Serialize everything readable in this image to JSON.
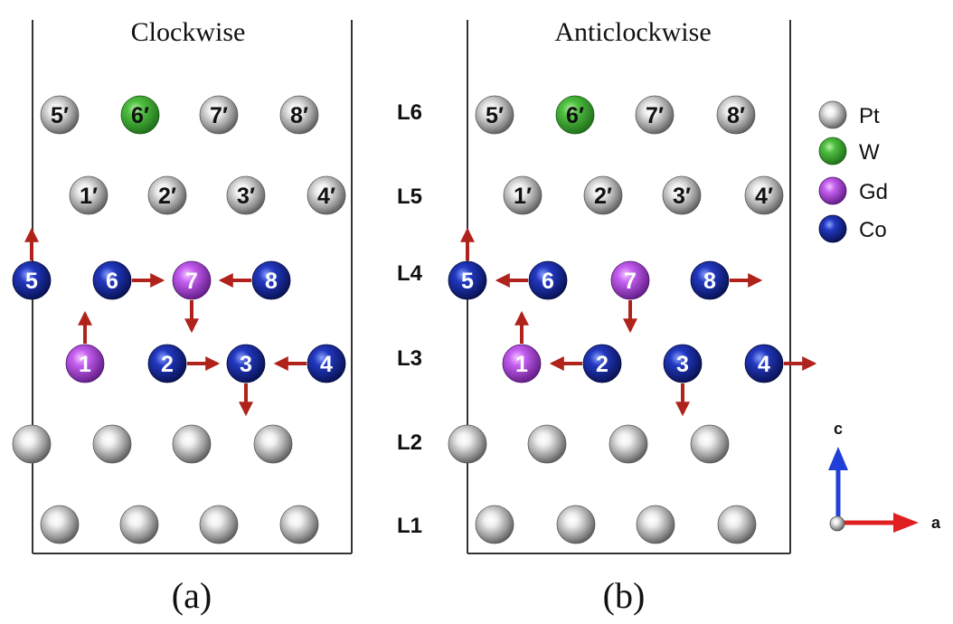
{
  "panels": [
    {
      "id": "a",
      "title": "Clockwise",
      "caption": "(a)",
      "atoms": [
        {
          "layer": "L6",
          "col": 0,
          "el": "Pt",
          "label": "5′"
        },
        {
          "layer": "L6",
          "col": 1,
          "el": "W",
          "label": "6′"
        },
        {
          "layer": "L6",
          "col": 2,
          "el": "Pt",
          "label": "7′"
        },
        {
          "layer": "L6",
          "col": 3,
          "el": "Pt",
          "label": "8′"
        },
        {
          "layer": "L5",
          "col": 0,
          "el": "Pt",
          "label": "1′"
        },
        {
          "layer": "L5",
          "col": 1,
          "el": "Pt",
          "label": "2′"
        },
        {
          "layer": "L5",
          "col": 2,
          "el": "Pt",
          "label": "3′"
        },
        {
          "layer": "L5",
          "col": 3,
          "el": "Pt",
          "label": "4′"
        },
        {
          "layer": "L4",
          "col": 0,
          "el": "Co",
          "label": "5",
          "arrow": "up"
        },
        {
          "layer": "L4",
          "col": 1,
          "el": "Co",
          "label": "6",
          "arrow": "right"
        },
        {
          "layer": "L4",
          "col": 2,
          "el": "Gd",
          "label": "7",
          "arrow": "down"
        },
        {
          "layer": "L4",
          "col": 3,
          "el": "Co",
          "label": "8",
          "arrow": "left"
        },
        {
          "layer": "L3",
          "col": 0,
          "el": "Gd",
          "label": "1",
          "arrow": "up"
        },
        {
          "layer": "L3",
          "col": 1,
          "el": "Co",
          "label": "2",
          "arrow": "right"
        },
        {
          "layer": "L3",
          "col": 2,
          "el": "Co",
          "label": "3",
          "arrow": "down"
        },
        {
          "layer": "L3",
          "col": 3,
          "el": "Co",
          "label": "4",
          "arrow": "left"
        },
        {
          "layer": "L2",
          "col": 0,
          "el": "Pt",
          "label": ""
        },
        {
          "layer": "L2",
          "col": 1,
          "el": "Pt",
          "label": ""
        },
        {
          "layer": "L2",
          "col": 2,
          "el": "Pt",
          "label": ""
        },
        {
          "layer": "L2",
          "col": 3,
          "el": "Pt",
          "label": ""
        },
        {
          "layer": "L1",
          "col": 0,
          "el": "Pt",
          "label": ""
        },
        {
          "layer": "L1",
          "col": 1,
          "el": "Pt",
          "label": ""
        },
        {
          "layer": "L1",
          "col": 2,
          "el": "Pt",
          "label": ""
        },
        {
          "layer": "L1",
          "col": 3,
          "el": "Pt",
          "label": ""
        }
      ]
    },
    {
      "id": "b",
      "title": "Anticlockwise",
      "caption": "(b)",
      "atoms": [
        {
          "layer": "L6",
          "col": 0,
          "el": "Pt",
          "label": "5′"
        },
        {
          "layer": "L6",
          "col": 1,
          "el": "W",
          "label": "6′"
        },
        {
          "layer": "L6",
          "col": 2,
          "el": "Pt",
          "label": "7′"
        },
        {
          "layer": "L6",
          "col": 3,
          "el": "Pt",
          "label": "8′"
        },
        {
          "layer": "L5",
          "col": 0,
          "el": "Pt",
          "label": "1′"
        },
        {
          "layer": "L5",
          "col": 1,
          "el": "Pt",
          "label": "2′"
        },
        {
          "layer": "L5",
          "col": 2,
          "el": "Pt",
          "label": "3′"
        },
        {
          "layer": "L5",
          "col": 3,
          "el": "Pt",
          "label": "4′"
        },
        {
          "layer": "L4",
          "col": 0,
          "el": "Co",
          "label": "5",
          "arrow": "up"
        },
        {
          "layer": "L4",
          "col": 1,
          "el": "Co",
          "label": "6",
          "arrow": "left"
        },
        {
          "layer": "L4",
          "col": 2,
          "el": "Gd",
          "label": "7",
          "arrow": "down"
        },
        {
          "layer": "L4",
          "col": 3,
          "el": "Co",
          "label": "8",
          "arrow": "right"
        },
        {
          "layer": "L3",
          "col": 0,
          "el": "Gd",
          "label": "1",
          "arrow": "up"
        },
        {
          "layer": "L3",
          "col": 1,
          "el": "Co",
          "label": "2",
          "arrow": "left"
        },
        {
          "layer": "L3",
          "col": 2,
          "el": "Co",
          "label": "3",
          "arrow": "down"
        },
        {
          "layer": "L3",
          "col": 3,
          "el": "Co",
          "label": "4",
          "arrow": "right"
        },
        {
          "layer": "L2",
          "col": 0,
          "el": "Pt",
          "label": ""
        },
        {
          "layer": "L2",
          "col": 1,
          "el": "Pt",
          "label": ""
        },
        {
          "layer": "L2",
          "col": 2,
          "el": "Pt",
          "label": ""
        },
        {
          "layer": "L2",
          "col": 3,
          "el": "Pt",
          "label": ""
        },
        {
          "layer": "L1",
          "col": 0,
          "el": "Pt",
          "label": ""
        },
        {
          "layer": "L1",
          "col": 1,
          "el": "Pt",
          "label": ""
        },
        {
          "layer": "L1",
          "col": 2,
          "el": "Pt",
          "label": ""
        },
        {
          "layer": "L1",
          "col": 3,
          "el": "Pt",
          "label": ""
        }
      ]
    }
  ],
  "layers": [
    "L6",
    "L5",
    "L4",
    "L3",
    "L2",
    "L1"
  ],
  "legend": [
    {
      "el": "Pt",
      "label": "Pt"
    },
    {
      "el": "W",
      "label": "W"
    },
    {
      "el": "Gd",
      "label": "Gd"
    },
    {
      "el": "Co",
      "label": "Co"
    }
  ],
  "colors": {
    "Pt": "#bdbdbd",
    "W": "#3fae3a",
    "Gd": "#b64fe0",
    "Co": "#1d2fa8",
    "arrow": "#b0231c",
    "axis_c": "#1f3fd8",
    "axis_a": "#e02020"
  },
  "axes": {
    "vertical": "c",
    "horizontal": "a"
  }
}
